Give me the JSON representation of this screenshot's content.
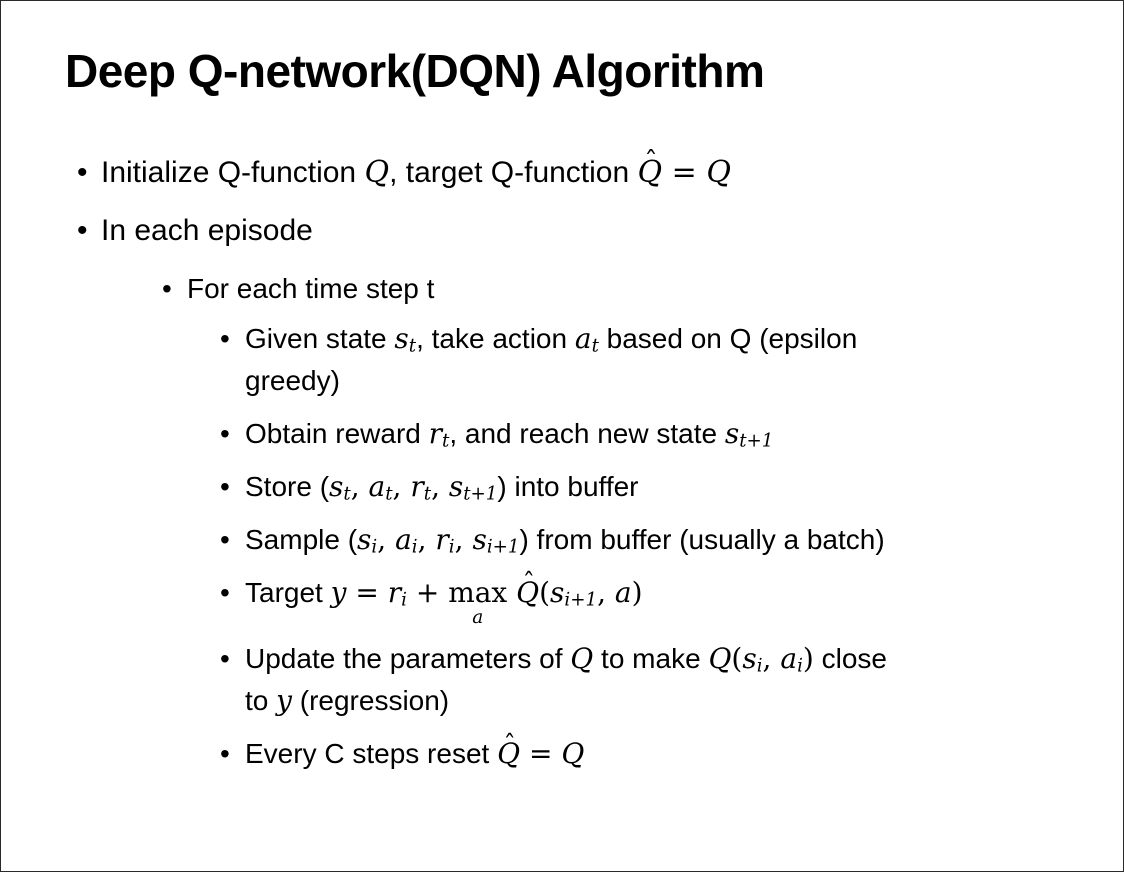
{
  "slide": {
    "title": "Deep Q-network(DQN) Algorithm",
    "bullet_glyph": "•",
    "hat_glyph": "ˆ",
    "bullets": [
      {
        "level": 1,
        "segments": [
          {
            "t": "Initialize Q-function ",
            "s": "p"
          },
          {
            "t": "Q",
            "s": "m"
          },
          {
            "t": ", target Q-function ",
            "s": "p"
          },
          {
            "t": "Q",
            "s": "mhat"
          },
          {
            "t": " = ",
            "s": "mn"
          },
          {
            "t": "Q",
            "s": "m"
          }
        ]
      },
      {
        "level": 1,
        "segments": [
          {
            "t": "In each episode",
            "s": "p"
          }
        ]
      },
      {
        "level": 2,
        "segments": [
          {
            "t": "For each time step t",
            "s": "p"
          }
        ]
      },
      {
        "level": 3,
        "segments": [
          {
            "t": "Given state ",
            "s": "p"
          },
          {
            "t": "s",
            "s": "m"
          },
          {
            "t": "t",
            "s": "msub"
          },
          {
            "t": ", take action ",
            "s": "p"
          },
          {
            "t": "a",
            "s": "m"
          },
          {
            "t": "t",
            "s": "msub"
          },
          {
            "t": " based on Q (epsilon",
            "s": "p"
          },
          {
            "br": true
          },
          {
            "t": "greedy)",
            "s": "p"
          }
        ]
      },
      {
        "level": 3,
        "segments": [
          {
            "t": "Obtain reward ",
            "s": "p"
          },
          {
            "t": "r",
            "s": "m"
          },
          {
            "t": "t",
            "s": "msub"
          },
          {
            "t": ", and reach new state ",
            "s": "p"
          },
          {
            "t": "s",
            "s": "m"
          },
          {
            "t": "t+1",
            "s": "msub"
          }
        ]
      },
      {
        "level": 3,
        "segments": [
          {
            "t": "Store (",
            "s": "p"
          },
          {
            "t": "s",
            "s": "m"
          },
          {
            "t": "t",
            "s": "msub"
          },
          {
            "t": ", ",
            "s": "mn"
          },
          {
            "t": "a",
            "s": "m"
          },
          {
            "t": "t",
            "s": "msub"
          },
          {
            "t": ", ",
            "s": "mn"
          },
          {
            "t": "r",
            "s": "m"
          },
          {
            "t": "t",
            "s": "msub"
          },
          {
            "t": ", ",
            "s": "mn"
          },
          {
            "t": "s",
            "s": "m"
          },
          {
            "t": "t+1",
            "s": "msub"
          },
          {
            "t": ") into buffer",
            "s": "p"
          }
        ]
      },
      {
        "level": 3,
        "segments": [
          {
            "t": "Sample (",
            "s": "p"
          },
          {
            "t": "s",
            "s": "m"
          },
          {
            "t": "i",
            "s": "msub"
          },
          {
            "t": ", ",
            "s": "mn"
          },
          {
            "t": "a",
            "s": "m"
          },
          {
            "t": "i",
            "s": "msub"
          },
          {
            "t": ", ",
            "s": "mn"
          },
          {
            "t": "r",
            "s": "m"
          },
          {
            "t": "i",
            "s": "msub"
          },
          {
            "t": ", ",
            "s": "mn"
          },
          {
            "t": "s",
            "s": "m"
          },
          {
            "t": "i+1",
            "s": "msub"
          },
          {
            "t": ") from buffer (usually a batch)",
            "s": "p"
          }
        ]
      },
      {
        "level": 3,
        "segments": [
          {
            "t": "Target ",
            "s": "p"
          },
          {
            "t": "y",
            "s": "m"
          },
          {
            "t": " = ",
            "s": "mn"
          },
          {
            "t": "r",
            "s": "m"
          },
          {
            "t": "i",
            "s": "msub"
          },
          {
            "t": " + ",
            "s": "mn"
          },
          {
            "t": "max",
            "s": "stack",
            "u": "a"
          },
          {
            "t": " ",
            "s": "mn"
          },
          {
            "t": "Q",
            "s": "mhat"
          },
          {
            "t": "(",
            "s": "mn"
          },
          {
            "t": "s",
            "s": "m"
          },
          {
            "t": "i+1",
            "s": "msub"
          },
          {
            "t": ", ",
            "s": "mn"
          },
          {
            "t": "a",
            "s": "m"
          },
          {
            "t": ")",
            "s": "mn"
          }
        ]
      },
      {
        "level": 3,
        "segments": [
          {
            "t": "Update the parameters of ",
            "s": "p"
          },
          {
            "t": "Q",
            "s": "m"
          },
          {
            "t": " to make ",
            "s": "p"
          },
          {
            "t": "Q",
            "s": "m"
          },
          {
            "t": "(",
            "s": "mn"
          },
          {
            "t": "s",
            "s": "m"
          },
          {
            "t": "i",
            "s": "msub"
          },
          {
            "t": ", ",
            "s": "mn"
          },
          {
            "t": "a",
            "s": "m"
          },
          {
            "t": "i",
            "s": "msub"
          },
          {
            "t": ")",
            "s": "mn"
          },
          {
            "t": " close",
            "s": "p"
          },
          {
            "br": true
          },
          {
            "t": "to ",
            "s": "p"
          },
          {
            "t": "y",
            "s": "m"
          },
          {
            "t": " (regression)",
            "s": "p"
          }
        ]
      },
      {
        "level": 3,
        "segments": [
          {
            "t": "Every C steps reset ",
            "s": "p"
          },
          {
            "t": "Q",
            "s": "mhat"
          },
          {
            "t": " = ",
            "s": "mn"
          },
          {
            "t": "Q",
            "s": "m"
          }
        ]
      }
    ]
  }
}
